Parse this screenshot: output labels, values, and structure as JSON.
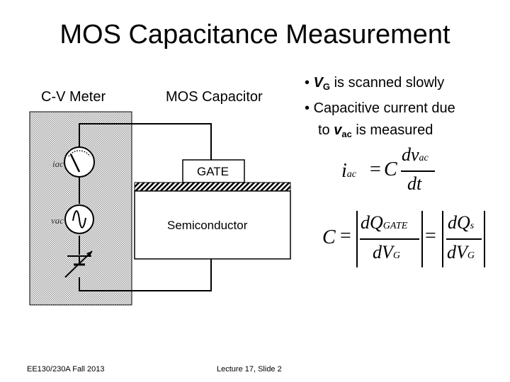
{
  "title": "MOS Capacitance Measurement",
  "labels": {
    "cv_meter": "C-V Meter",
    "mos_capacitor": "MOS Capacitor",
    "gate": "GATE",
    "semiconductor": "Semiconductor",
    "iac": "iac",
    "vac": "vac"
  },
  "bullets": [
    {
      "marker": "•",
      "prefix": "",
      "var": "V",
      "var_sub": "G",
      "suffix": " is scanned slowly"
    },
    {
      "marker": "•",
      "prefix": "Capacitive current due",
      "var": "",
      "var_sub": "",
      "suffix": ""
    },
    {
      "marker": "",
      "prefix": "to ",
      "var": "v",
      "var_sub": "ac",
      "suffix": " is measured"
    }
  ],
  "equations": {
    "eq1": {
      "lhs": "i",
      "lhs_sub": "ac",
      "equals": "=",
      "coef": "C",
      "num": "dv",
      "num_sub": "ac",
      "den": "dt"
    },
    "eq2": {
      "lhs": "C",
      "equals": "=",
      "num1": "dQ",
      "num1_sub": "GATE",
      "den1": "dV",
      "den1_sub": "G",
      "equals2": "=",
      "num2": "dQ",
      "num2_sub": "s",
      "den2": "dV",
      "den2_sub": "G"
    }
  },
  "footer": {
    "left": "EE130/230A Fall 2013",
    "center": "Lecture 17, Slide 2"
  }
}
